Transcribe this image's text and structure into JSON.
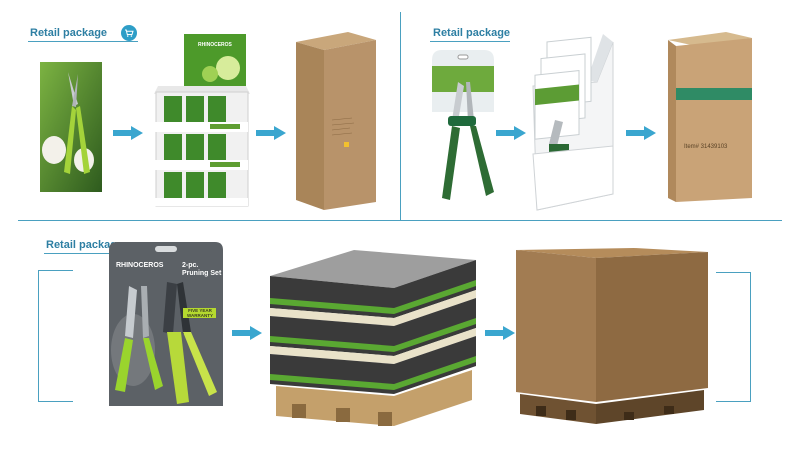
{
  "sections": {
    "top_left": {
      "heading": "Retail package",
      "icon": "shopping-cart-icon"
    },
    "top_right": {
      "heading": "Retail package"
    },
    "bottom": {
      "heading": "Retail package"
    }
  },
  "products": {
    "brand": "RHINOCEROS",
    "pruning_set": {
      "title_line1": "2-pc.",
      "title_line2": "Pruning Set",
      "warranty_badge": "FIVE YEAR WARRANTY"
    },
    "carton_label": "Item#  31439103"
  },
  "colors": {
    "accent": "#2e9ec7",
    "brand_green": "#4d9a2a",
    "cardboard": "#a27c52"
  }
}
